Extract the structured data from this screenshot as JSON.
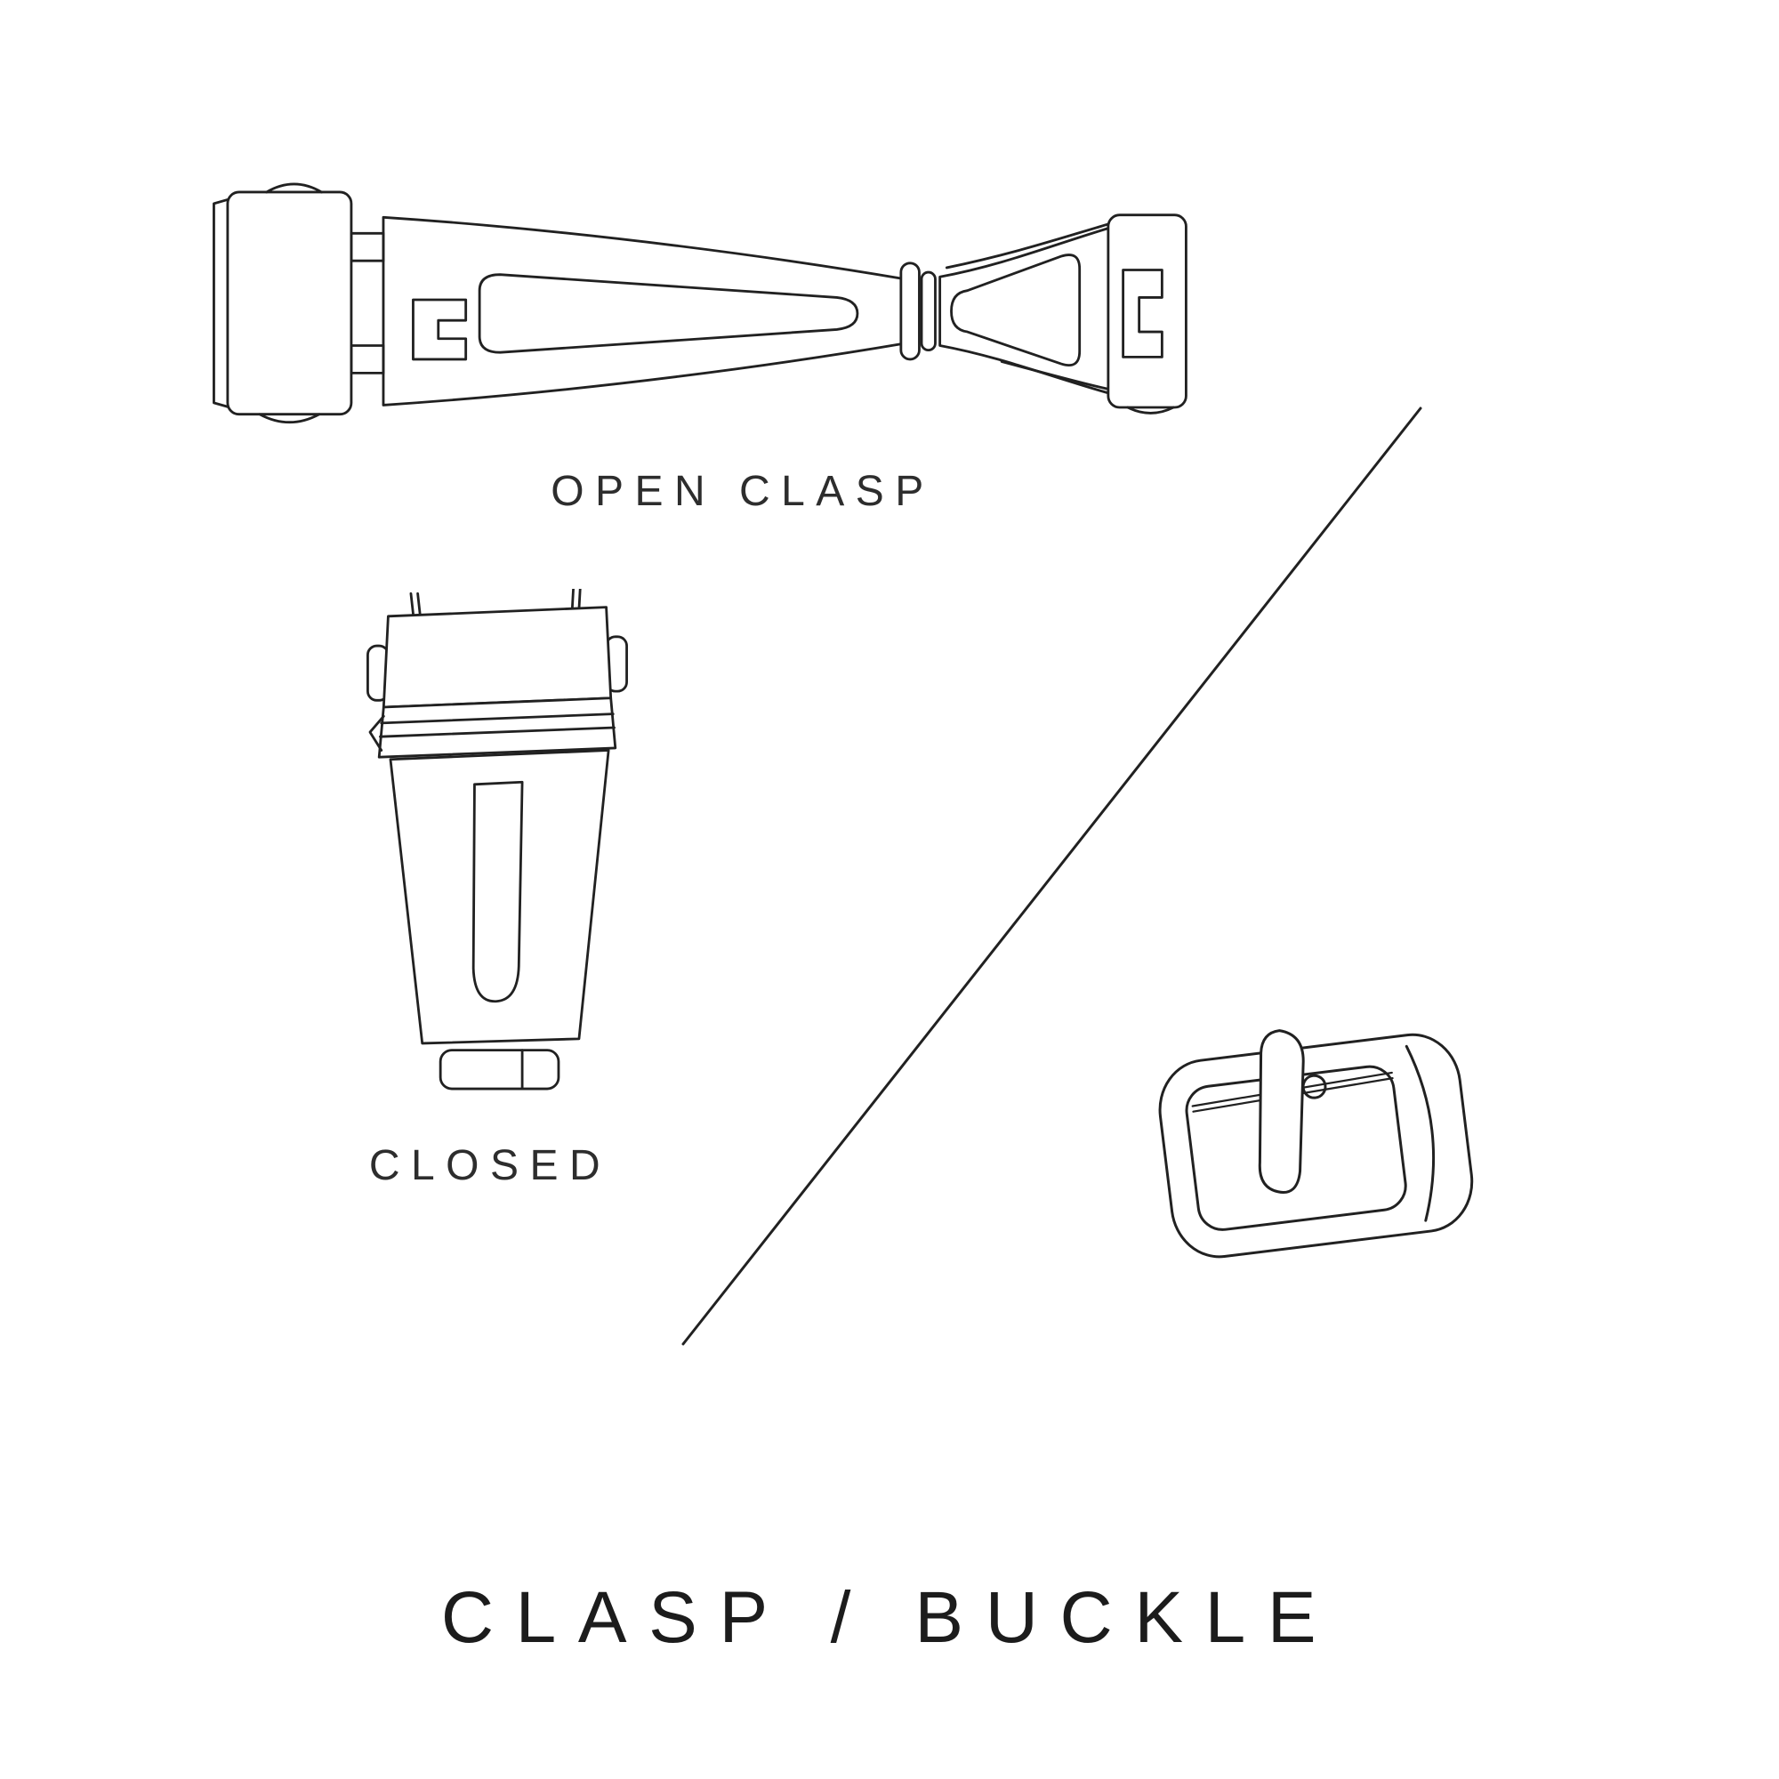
{
  "page": {
    "background_color": "#ffffff",
    "line_color": "#212121",
    "title": "CLASP / BUCKLE"
  },
  "figures": {
    "open_clasp": {
      "label": "OPEN CLASP",
      "icon": "open-clasp-illustration"
    },
    "closed_clasp": {
      "label": "CLOSED",
      "icon": "closed-clasp-illustration"
    },
    "buckle": {
      "icon": "tang-buckle-illustration"
    },
    "divider": {
      "icon": "diagonal-divider-line"
    }
  }
}
